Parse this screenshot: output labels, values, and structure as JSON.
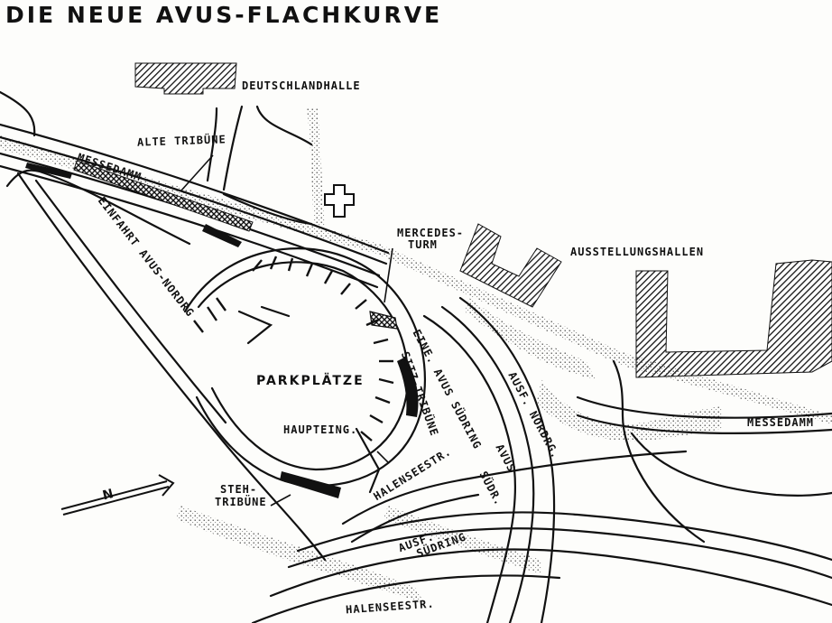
{
  "title": "DIE NEUE AVUS-FLACHKURVE",
  "labels": {
    "deutschlandhalle": "DEUTSCHLANDHALLE",
    "alte_tribuene": "ALTE TRIBÜNE",
    "messedamm_top": "MESSEDAMM",
    "einfahrt": "EINFAHRT AVUS-NORDRG",
    "mercedes_turm_1": "MERCEDES-",
    "mercedes_turm_2": "TURM",
    "ausstellungshallen": "AUSSTELLUNGSHALLEN",
    "parkplaetze": "PARKPLÄTZE",
    "haupteing": "HAUPTEING.",
    "sitz_tribuene_1": "EINE. AVUS SÜDRING",
    "sitz_tribuene_2": "SITZ-TRIBÜNE",
    "ausf_nordrg": "AUSF. NORDRG.",
    "avus": "AVUS",
    "suedr": "SÜDR.",
    "messedamm_right": "MESSEDAMM",
    "halenseestr_mid": "HALENSEESTR.",
    "steh_tribuene_1": "STEH-",
    "steh_tribuene_2": "TRIBÜNE",
    "ausf_suedring_1": "AUSF.",
    "ausf_suedring_2": "SÜDRING",
    "halenseestr_bottom": "HALENSEESTR.",
    "north": "N"
  }
}
